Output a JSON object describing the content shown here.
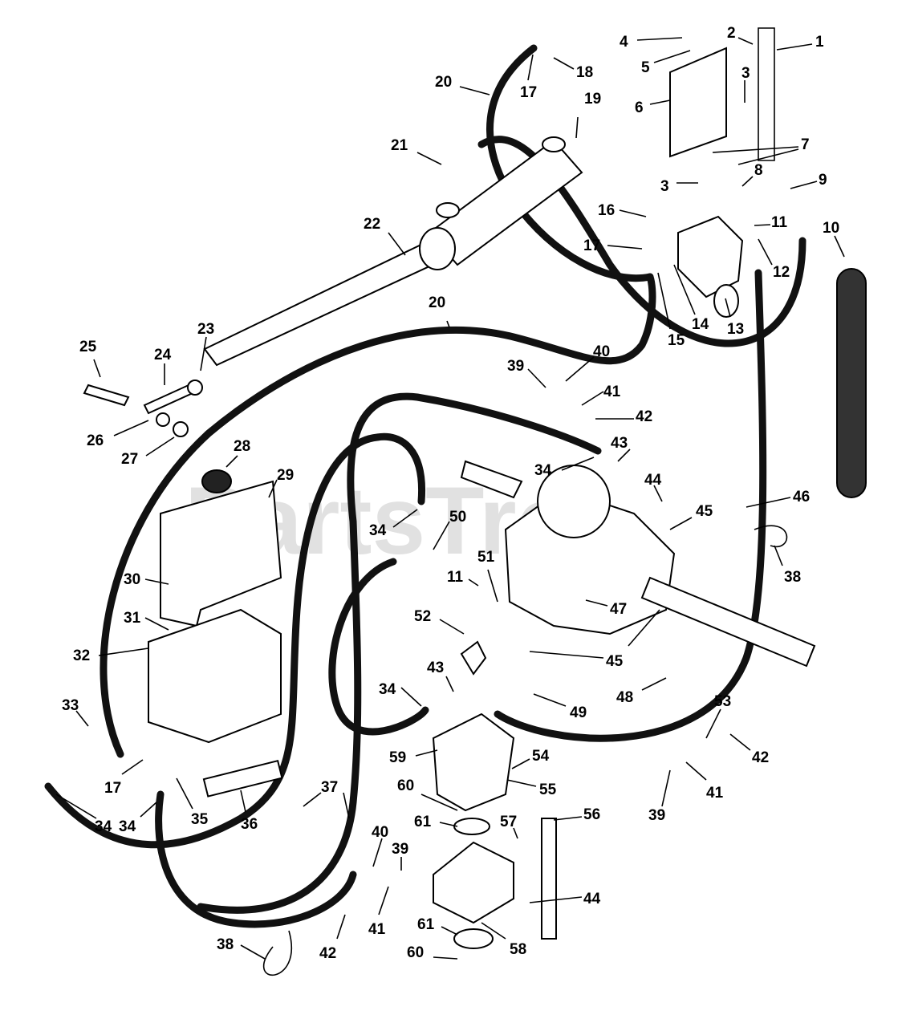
{
  "watermark": "PartsTree",
  "callouts": [
    {
      "id": "c1",
      "label": "1"
    },
    {
      "id": "c2",
      "label": "2"
    },
    {
      "id": "c3a",
      "label": "3"
    },
    {
      "id": "c3b",
      "label": "3"
    },
    {
      "id": "c4",
      "label": "4"
    },
    {
      "id": "c5",
      "label": "5"
    },
    {
      "id": "c6",
      "label": "6"
    },
    {
      "id": "c7",
      "label": "7"
    },
    {
      "id": "c8",
      "label": "8"
    },
    {
      "id": "c9",
      "label": "9"
    },
    {
      "id": "c10",
      "label": "10"
    },
    {
      "id": "c11a",
      "label": "11"
    },
    {
      "id": "c11b",
      "label": "11"
    },
    {
      "id": "c12",
      "label": "12"
    },
    {
      "id": "c13",
      "label": "13"
    },
    {
      "id": "c14",
      "label": "14"
    },
    {
      "id": "c15",
      "label": "15"
    },
    {
      "id": "c16",
      "label": "16"
    },
    {
      "id": "c17a",
      "label": "17"
    },
    {
      "id": "c17b",
      "label": "17"
    },
    {
      "id": "c17c",
      "label": "17"
    },
    {
      "id": "c18",
      "label": "18"
    },
    {
      "id": "c19",
      "label": "19"
    },
    {
      "id": "c20a",
      "label": "20"
    },
    {
      "id": "c20b",
      "label": "20"
    },
    {
      "id": "c21",
      "label": "21"
    },
    {
      "id": "c22",
      "label": "22"
    },
    {
      "id": "c23",
      "label": "23"
    },
    {
      "id": "c24",
      "label": "24"
    },
    {
      "id": "c25",
      "label": "25"
    },
    {
      "id": "c26",
      "label": "26"
    },
    {
      "id": "c27",
      "label": "27"
    },
    {
      "id": "c28",
      "label": "28"
    },
    {
      "id": "c29",
      "label": "29"
    },
    {
      "id": "c30",
      "label": "30"
    },
    {
      "id": "c31",
      "label": "31"
    },
    {
      "id": "c32",
      "label": "32"
    },
    {
      "id": "c33",
      "label": "33"
    },
    {
      "id": "c34a",
      "label": "34"
    },
    {
      "id": "c34b",
      "label": "34"
    },
    {
      "id": "c34c",
      "label": "34"
    },
    {
      "id": "c34d",
      "label": "34"
    },
    {
      "id": "c34e",
      "label": "34"
    },
    {
      "id": "c35",
      "label": "35"
    },
    {
      "id": "c36",
      "label": "36"
    },
    {
      "id": "c37",
      "label": "37"
    },
    {
      "id": "c38a",
      "label": "38"
    },
    {
      "id": "c38b",
      "label": "38"
    },
    {
      "id": "c39a",
      "label": "39"
    },
    {
      "id": "c39b",
      "label": "39"
    },
    {
      "id": "c39c",
      "label": "39"
    },
    {
      "id": "c40a",
      "label": "40"
    },
    {
      "id": "c40b",
      "label": "40"
    },
    {
      "id": "c41a",
      "label": "41"
    },
    {
      "id": "c41b",
      "label": "41"
    },
    {
      "id": "c41c",
      "label": "41"
    },
    {
      "id": "c42a",
      "label": "42"
    },
    {
      "id": "c42b",
      "label": "42"
    },
    {
      "id": "c42c",
      "label": "42"
    },
    {
      "id": "c43a",
      "label": "43"
    },
    {
      "id": "c43b",
      "label": "43"
    },
    {
      "id": "c44a",
      "label": "44"
    },
    {
      "id": "c44b",
      "label": "44"
    },
    {
      "id": "c45a",
      "label": "45"
    },
    {
      "id": "c45b",
      "label": "45"
    },
    {
      "id": "c46",
      "label": "46"
    },
    {
      "id": "c47",
      "label": "47"
    },
    {
      "id": "c48",
      "label": "48"
    },
    {
      "id": "c49",
      "label": "49"
    },
    {
      "id": "c50",
      "label": "50"
    },
    {
      "id": "c51",
      "label": "51"
    },
    {
      "id": "c52",
      "label": "52"
    },
    {
      "id": "c53",
      "label": "53"
    },
    {
      "id": "c54",
      "label": "54"
    },
    {
      "id": "c55",
      "label": "55"
    },
    {
      "id": "c56",
      "label": "56"
    },
    {
      "id": "c57",
      "label": "57"
    },
    {
      "id": "c58",
      "label": "58"
    },
    {
      "id": "c59",
      "label": "59"
    },
    {
      "id": "c60a",
      "label": "60"
    },
    {
      "id": "c60b",
      "label": "60"
    },
    {
      "id": "c61a",
      "label": "61"
    },
    {
      "id": "c61b",
      "label": "61"
    }
  ]
}
